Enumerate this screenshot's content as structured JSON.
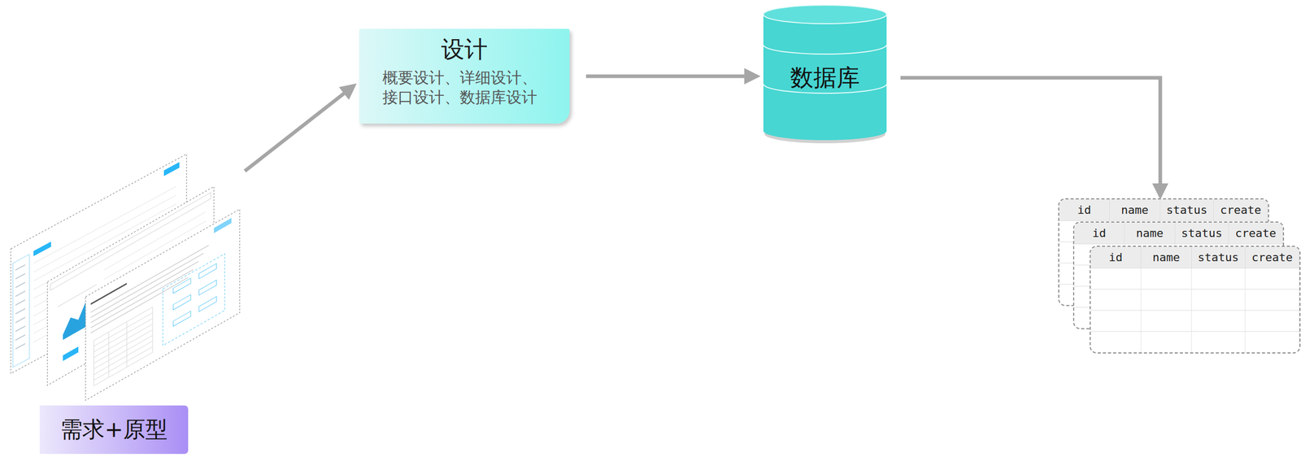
{
  "diagram": {
    "nodes": [
      {
        "text": [
          "需求+原型"
        ]
      },
      {
        "text": [
          "设计",
          "概要设计、详细设计、 接口设计、数据库设计"
        ]
      },
      {
        "text": [
          "数据库"
        ]
      },
      {
        "text": [
          "id",
          "name",
          "status",
          "create"
        ]
      },
      {
        "text": [
          "id",
          "name",
          "status",
          "create"
        ]
      },
      {
        "text": [
          "id",
          "name",
          "status",
          "create"
        ]
      }
    ],
    "edges": [
      {
        "from": 0,
        "to": 1,
        "arrow": "to"
      },
      {
        "from": 1,
        "to": 2,
        "arrow": "to"
      },
      {
        "from": 2,
        "to": 3,
        "arrow": "to"
      }
    ]
  }
}
